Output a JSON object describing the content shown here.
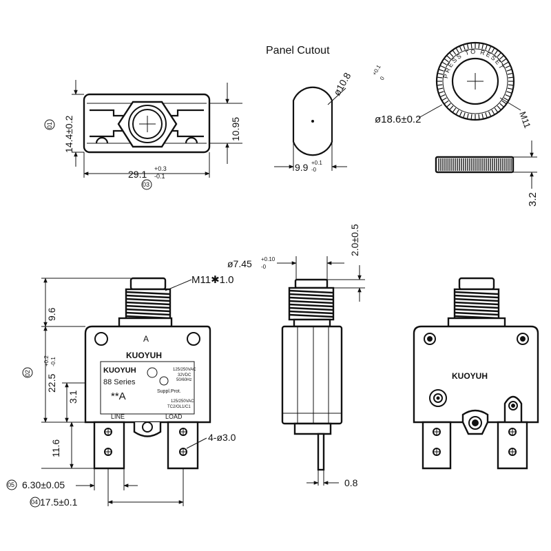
{
  "title": "Panel  Cutout",
  "brand": "KUOYUH",
  "label_a": "A",
  "label_series": "88 Series",
  "label_rating": "**A",
  "spec_lines": [
    "125/250VAC",
    "32VDC",
    "50/60Hz"
  ],
  "spec_lines2": [
    "125/250VAC",
    "TC2/OL1/C1"
  ],
  "supp_prot": "Suppl.Prot.",
  "line_label": "LINE",
  "load_label": "LOAD",
  "reset_ring_text": "PRESS TO RESET",
  "dimensions": {
    "d01_height": "14.4±0.2",
    "d_10_95": "10.95",
    "d03_width_main": "29.1",
    "d03_tol_plus": "+0.3",
    "d03_tol_minus": "-0.1",
    "cutout_dia": "ø10.8",
    "cutout_dia_tol_plus": "+0.1",
    "cutout_dia_tol_minus": "0",
    "cutout_flat": "9.9",
    "cutout_flat_tol_plus": "+0.1",
    "cutout_flat_tol_minus": "-0",
    "nut_dia": "ø18.6±0.2",
    "nut_thread": "M11",
    "nut_thick": "3.2",
    "thread_spec": "M11✱1.0",
    "button_dia": "ø7.45",
    "button_dia_tol_plus": "+0.10",
    "button_dia_tol_minus": "-0",
    "button_travel": "2.0±0.5",
    "thread_len": "9.6",
    "d02_height": "22.5",
    "d02_tol_plus": "+0.2",
    "d02_tol_minus": "-0.1",
    "d_3_1": "3.1",
    "term_len": "11.6",
    "hole_dia": "4-ø3.0",
    "d05_term_width": "6.30±0.05",
    "d04_term_pitch": "17.5±0.1",
    "term_thick": "0.8"
  },
  "balloons": {
    "b01": "01",
    "b02": "02",
    "b03": "03",
    "b04": "04",
    "b05": "05"
  }
}
